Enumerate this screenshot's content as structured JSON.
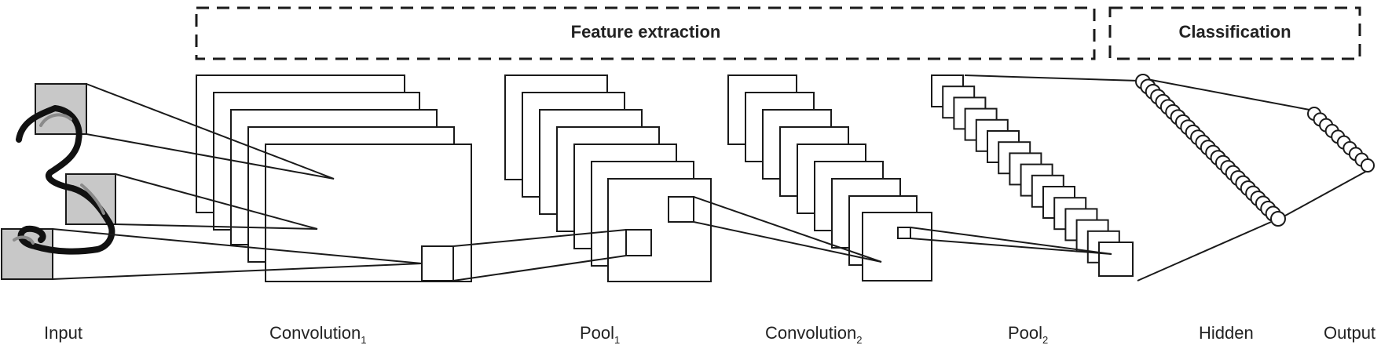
{
  "groups": {
    "feature": "Feature extraction",
    "classification": "Classification"
  },
  "stages": {
    "input": {
      "label": "Input",
      "sub": ""
    },
    "conv1": {
      "label": "Convolution",
      "sub": "1"
    },
    "pool1": {
      "label": "Pool",
      "sub": "1"
    },
    "conv2": {
      "label": "Convolution",
      "sub": "2"
    },
    "pool2": {
      "label": "Pool",
      "sub": "2"
    },
    "hidden": {
      "label": "Hidden",
      "sub": ""
    },
    "output": {
      "label": "Output",
      "sub": ""
    }
  },
  "colors": {
    "stroke": "#1a1a1a",
    "patch_fill": "#c8c8c8",
    "digit": "#111111",
    "neuron_fill": "#ffffff"
  }
}
